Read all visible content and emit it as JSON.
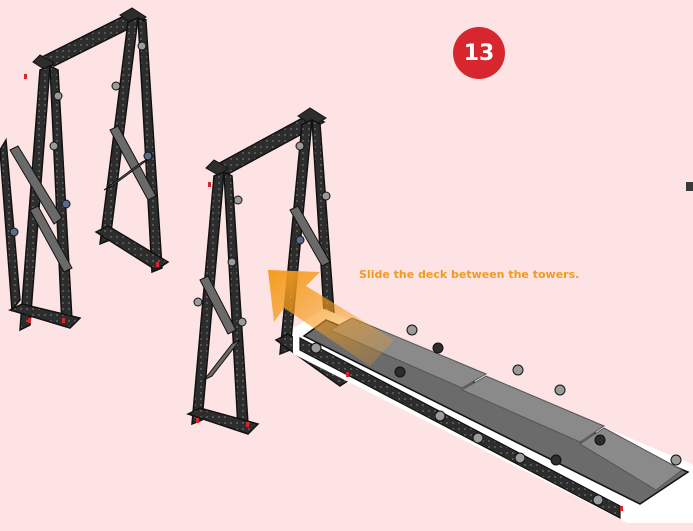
{
  "step": {
    "number": "13"
  },
  "instruction": {
    "text": "Slide the deck between the towers."
  },
  "colors": {
    "background": "#fde3e3",
    "beam": "#2d2d2d",
    "beam_edge": "#111111",
    "peg": "#9a9a9a",
    "peg_blue": "#5a6b8a",
    "accent_red": "#d7262e",
    "deck_fill": "#6b6b6b",
    "deck_panel": "#8a8a8a",
    "arrow": "#f59c1e"
  },
  "icons": {
    "arrow": "orange-direction-arrow",
    "step": "red-step-circle"
  }
}
